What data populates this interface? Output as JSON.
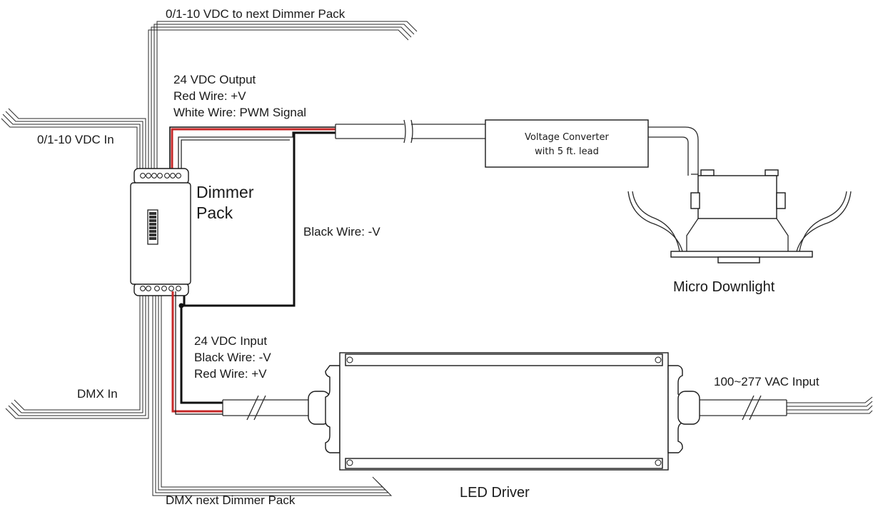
{
  "labels": {
    "next_pack_analog": "0/1-10 VDC to next Dimmer Pack",
    "output_title": "24 VDC Output",
    "output_red": "Red Wire: +V",
    "output_white": "White Wire: PWM Signal",
    "analog_in": "0/1-10 VDC In",
    "dimmer_pack_1": "Dimmer",
    "dimmer_pack_2": "Pack",
    "black_wire": "Black Wire: -V",
    "converter_1": "Voltage Converter",
    "converter_2": "with 5 ft. lead",
    "micro_downlight": "Micro Downlight",
    "input_title": "24 VDC Input",
    "input_black": "Black Wire: -V",
    "input_red": "Red Wire: +V",
    "dmx_in": "DMX In",
    "ac_input": "100~277 VAC Input",
    "led_driver": "LED Driver",
    "dmx_next": "DMX next Dimmer Pack"
  },
  "colors": {
    "red_wire": "#c62828",
    "black_wire": "#111111",
    "line": "#2a2a2a"
  }
}
